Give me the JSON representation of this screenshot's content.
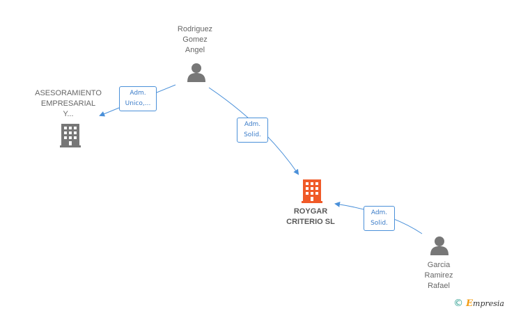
{
  "nodes": {
    "rodriguez": {
      "line1": "Rodriguez",
      "line2": "Gomez",
      "line3": "Angel",
      "icon": "person-icon"
    },
    "asesoramiento": {
      "line1": "ASESORAMIENTO",
      "line2": "EMPRESARIAL",
      "line3": "Y...",
      "icon": "building-icon"
    },
    "roygar": {
      "line1": "ROYGAR",
      "line2": "CRITERIO SL",
      "icon": "building-icon",
      "color": "#f05a28"
    },
    "garcia": {
      "line1": "Garcia",
      "line2": "Ramirez",
      "line3": "Rafael",
      "icon": "person-icon"
    }
  },
  "relations": {
    "r1": {
      "line1": "Adm.",
      "line2": "Unico,..."
    },
    "r2": {
      "line1": "Adm.",
      "line2": "Solid."
    },
    "r3": {
      "line1": "Adm.",
      "line2": "Solid."
    }
  },
  "colors": {
    "edge": "#4a90d9",
    "icon_gray": "#777777",
    "main_company": "#f05a28"
  },
  "watermark": {
    "copyright": "©",
    "brand_initial": "E",
    "brand_rest": "mpresia"
  }
}
